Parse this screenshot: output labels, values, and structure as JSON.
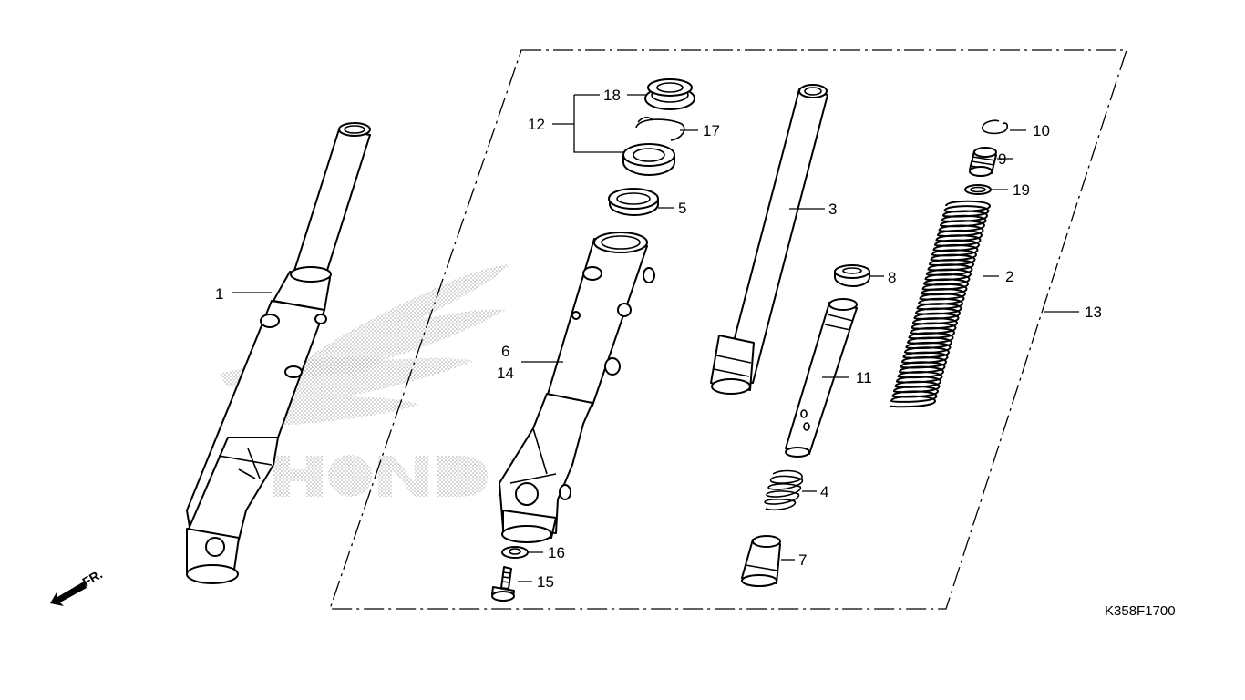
{
  "diagram": {
    "code": "K358F1700",
    "direction_label": "FR.",
    "watermark_text": "HONDA",
    "callouts": [
      {
        "id": "c1",
        "label": "1"
      },
      {
        "id": "c2",
        "label": "2"
      },
      {
        "id": "c3",
        "label": "3"
      },
      {
        "id": "c4",
        "label": "4"
      },
      {
        "id": "c5",
        "label": "5"
      },
      {
        "id": "c6",
        "label": "6"
      },
      {
        "id": "c7",
        "label": "7"
      },
      {
        "id": "c8",
        "label": "8"
      },
      {
        "id": "c9",
        "label": "9"
      },
      {
        "id": "c10",
        "label": "10"
      },
      {
        "id": "c11",
        "label": "11"
      },
      {
        "id": "c12",
        "label": "12"
      },
      {
        "id": "c13",
        "label": "13"
      },
      {
        "id": "c14",
        "label": "14"
      },
      {
        "id": "c15",
        "label": "15"
      },
      {
        "id": "c16",
        "label": "16"
      },
      {
        "id": "c17",
        "label": "17"
      },
      {
        "id": "c18",
        "label": "18"
      },
      {
        "id": "c19",
        "label": "19"
      }
    ]
  }
}
